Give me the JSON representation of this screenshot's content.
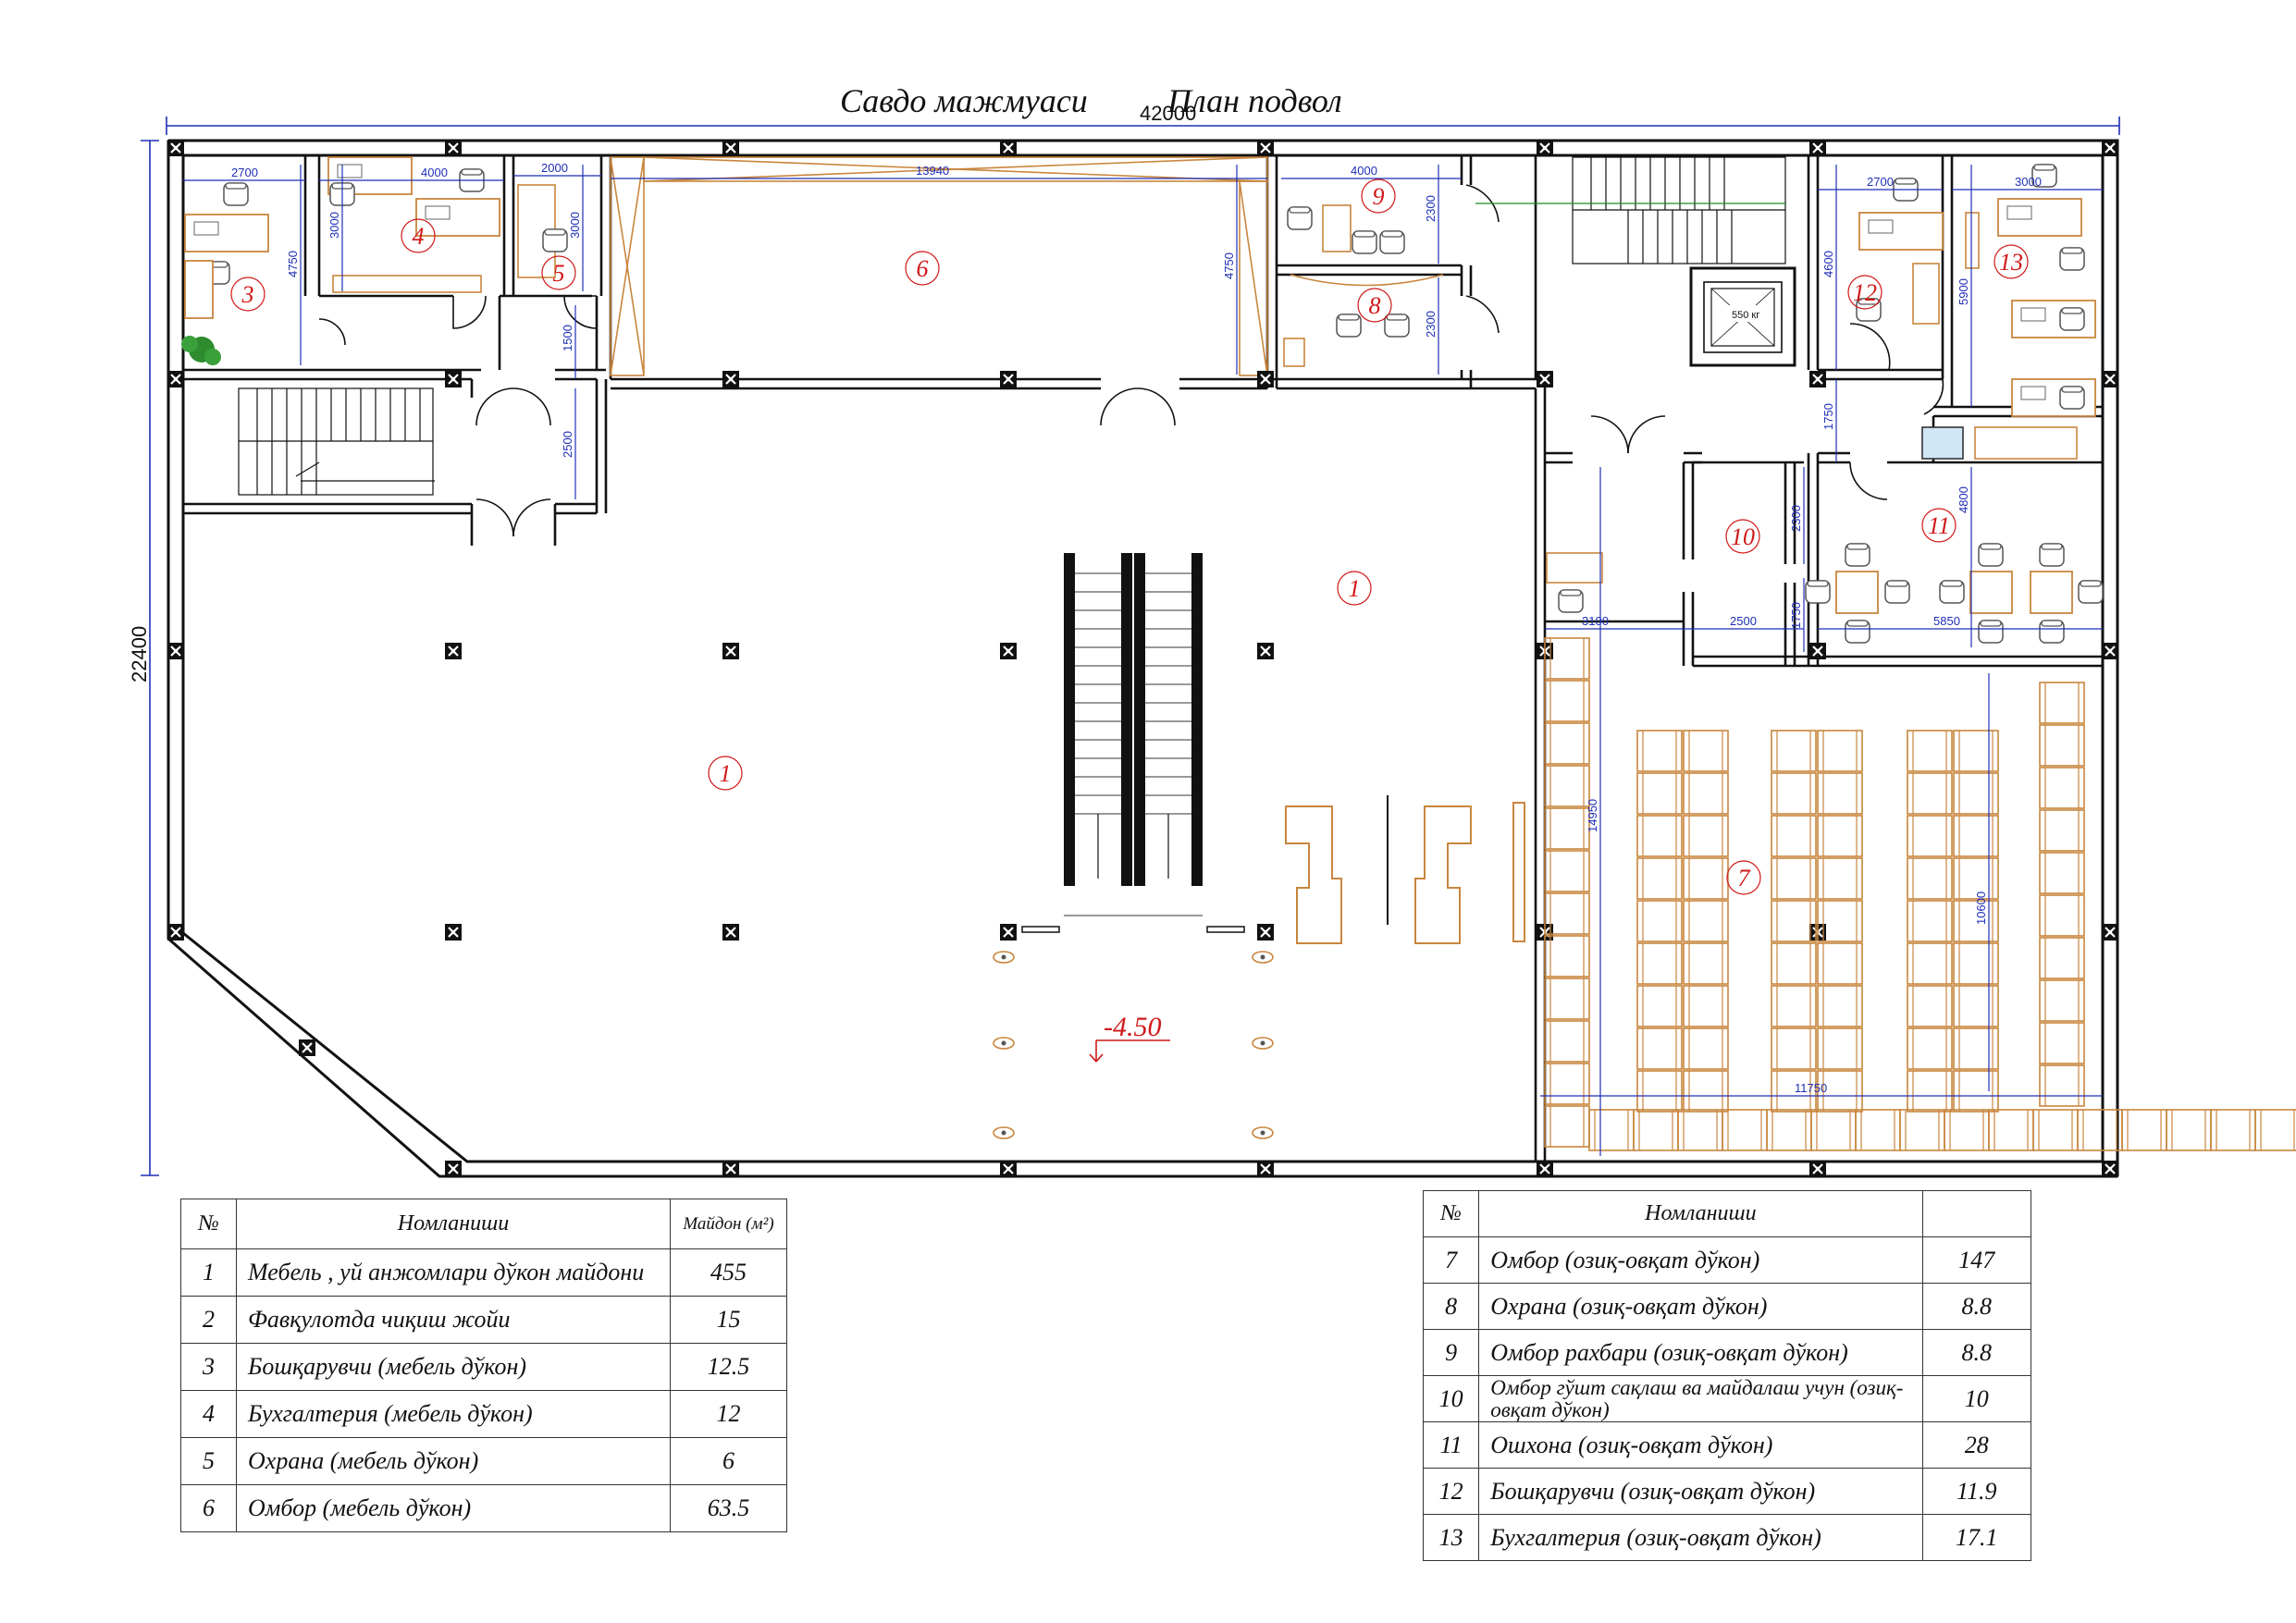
{
  "header": {
    "title_left": "Савдо мажмуаси",
    "title_right": "План подвол"
  },
  "dims": {
    "overall_width": "42000",
    "overall_height": "22400",
    "d2700a": "2700",
    "d4000a": "4000",
    "d2000": "2000",
    "d13940": "13940",
    "d4000b": "4000",
    "d2700b": "2700",
    "d3000a": "3000",
    "d4750a": "4750",
    "d3000b": "3000",
    "d3000c": "3000",
    "d1500": "1500",
    "d2500a": "2500",
    "d4750b": "4750",
    "d2300a": "2300",
    "d2300b": "2300",
    "d4600": "4600",
    "d5900": "5900",
    "d1750a": "1750",
    "d4800": "4800",
    "d2300c": "2300",
    "d1750b": "1750",
    "d3100": "3100",
    "d2500b": "2500",
    "d5850": "5850",
    "d14950": "14950",
    "d10600": "10600",
    "d11750": "11750",
    "elevator_capacity": "550 кг",
    "level_mark": "-4.50"
  },
  "rooms": [
    "1",
    "1",
    "3",
    "4",
    "5",
    "6",
    "7",
    "8",
    "9",
    "10",
    "11",
    "12",
    "13"
  ],
  "table_left": {
    "col_no": "№",
    "col_name": "Номланиши",
    "col_area": "Майдон (м²)",
    "rows": [
      {
        "no": "1",
        "name": "Мебель , уй анжомлари дўкон майдони",
        "area": "455"
      },
      {
        "no": "2",
        "name": "Фавқулотда чиқиш жойи",
        "area": "15"
      },
      {
        "no": "3",
        "name": "Бошқарувчи (мебель дўкон)",
        "area": "12.5"
      },
      {
        "no": "4",
        "name": "Бухгалтерия (мебель дўкон)",
        "area": "12"
      },
      {
        "no": "5",
        "name": "Охрана (мебель дўкон)",
        "area": "6"
      },
      {
        "no": "6",
        "name": "Омбор (мебель дўкон)",
        "area": "63.5"
      }
    ]
  },
  "table_right": {
    "col_no": "№",
    "col_name": "Номланиши",
    "col_area": "",
    "rows": [
      {
        "no": "7",
        "name": "Омбор (озиқ-овқат дўкон)",
        "area": "147"
      },
      {
        "no": "8",
        "name": "Охрана (озиқ-овқат дўкон)",
        "area": "8.8"
      },
      {
        "no": "9",
        "name": "Омбор рахбари (озиқ-овқат дўкон)",
        "area": "8.8"
      },
      {
        "no": "10",
        "name": "Омбор гўшт сақлаш ва майдалаш учун (озиқ-овқат дўкон)",
        "area": "10"
      },
      {
        "no": "11",
        "name": "Ошхона (озиқ-овқат дўкон)",
        "area": "28"
      },
      {
        "no": "12",
        "name": "Бошқарувчи (озиқ-овқат дўкон)",
        "area": "11.9"
      },
      {
        "no": "13",
        "name": "Бухгалтерия (озиқ-овқат дўкон)",
        "area": "17.1"
      }
    ]
  },
  "colors": {
    "wall": "#111111",
    "dimension": "#1f2fb8",
    "room_tag": "#d01818",
    "furniture": "#c8863e",
    "green_dim": "#1f8a1f"
  }
}
